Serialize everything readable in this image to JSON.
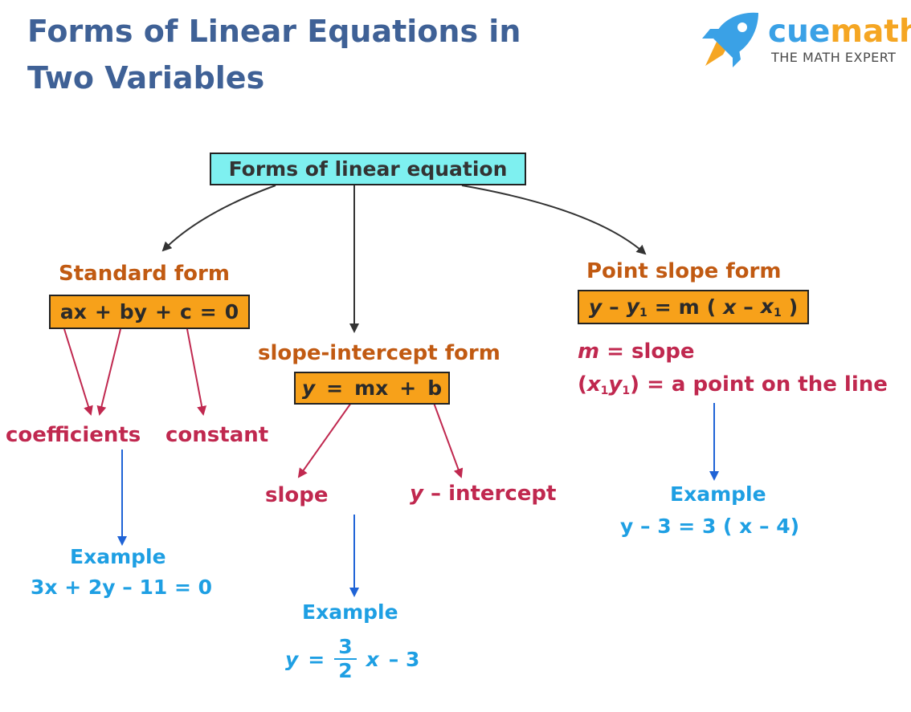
{
  "title": {
    "line1": "Forms of Linear Equations in",
    "line2": "Two Variables"
  },
  "brand": {
    "cue": "cue",
    "math": "math",
    "tagline": "THE MATH EXPERT"
  },
  "root": "Forms of linear equation",
  "standard": {
    "heading": "Standard form",
    "equation": {
      "ax": "ax",
      "p1": "+",
      "by": "by",
      "p2": "+",
      "c": "c",
      "eq": "=",
      "zero": "0"
    },
    "coefficients": "coefficients",
    "constant": "constant",
    "example_label": "Example",
    "example": "3x + 2y – 11 =  0"
  },
  "slope_intercept": {
    "heading": "slope-intercept form",
    "equation": {
      "y": "y",
      "eq": "=",
      "mx": "mx",
      "plus": "+",
      "b": "b"
    },
    "slope": "slope",
    "intercept_y": "y",
    "intercept_rest": "– intercept",
    "example_label": "Example",
    "example": {
      "y": "y",
      "eq": "=",
      "num": "3",
      "den": "2",
      "x": "x",
      "rest": "– 3"
    }
  },
  "point_slope": {
    "heading": "Point slope form",
    "equation": {
      "y": "y",
      "minus1": "–",
      "y1": "y",
      "y1sub": "1",
      "eq": "=",
      "m": "m",
      "open": "(",
      "x": "x",
      "minus2": "–",
      "x1": "x",
      "x1sub": "1",
      "close": ")"
    },
    "m_var": "m",
    "m_desc": "=  slope",
    "point": {
      "open": "(",
      "x": "x",
      "xsub": "1",
      "y": "y",
      "ysub": "1",
      "close": ")",
      "desc": "=  a point on the line"
    },
    "example_label": "Example",
    "example": "y – 3 =  3 ( x – 4)"
  },
  "colors": {
    "title": "#3f6196",
    "root_fill": "#7ef0f0",
    "eq_fill": "#f7a11a",
    "heading": "#c15a12",
    "pink": "#c0284f",
    "blue": "#1e9fe3",
    "arrow_dark": "#333333",
    "arrow_red": "#c0284f",
    "arrow_blue": "#1f63d6"
  },
  "icons": {
    "logo": "rocket-icon"
  }
}
